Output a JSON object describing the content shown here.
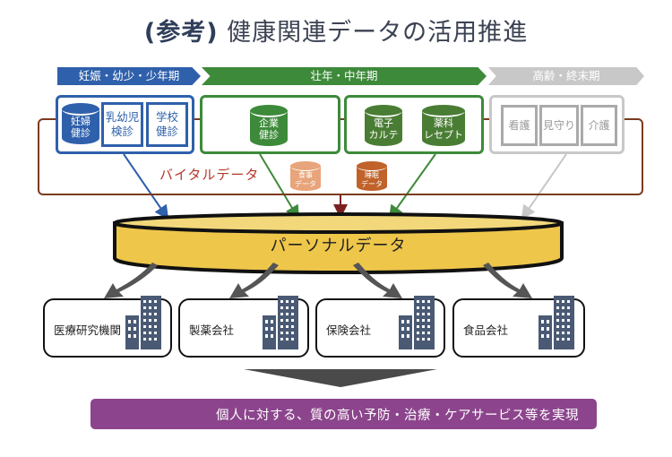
{
  "title": {
    "paren": "(参考)",
    "main": "健康関連データの活用推進"
  },
  "phases": [
    {
      "label": "妊娠・幼少・少年期",
      "color": "#2f60ab"
    },
    {
      "label": "壮年・中年期",
      "color": "#3d8a3a"
    },
    {
      "label": "高齢・終末期",
      "color": "#c8c8c8"
    }
  ],
  "sources": {
    "blue": {
      "cylinder": {
        "line1": "妊婦",
        "line2": "健診"
      },
      "boxes": [
        {
          "line1": "乳幼児",
          "line2": "検診"
        },
        {
          "line1": "学校",
          "line2": "健診"
        }
      ]
    },
    "green1": {
      "cylinder": {
        "line1": "企業",
        "line2": "健診"
      }
    },
    "green2": {
      "cylinders": [
        {
          "line1": "電子",
          "line2": "カルテ"
        },
        {
          "line1": "薬科",
          "line2": "レセプト"
        }
      ]
    },
    "gray": {
      "boxes": [
        {
          "label": "看護"
        },
        {
          "label": "見守り"
        },
        {
          "label": "介護"
        }
      ]
    }
  },
  "vital": {
    "label": "バイタルデータ",
    "meal": {
      "line1": "食事",
      "line2": "データ",
      "color": "#e8a47a"
    },
    "sleep": {
      "line1": "睡眠",
      "line2": "データ",
      "color": "#c0622a"
    }
  },
  "hub": {
    "label": "パーソナルデータ",
    "color": "#eec64a"
  },
  "organizations": [
    {
      "label": "医療研究機関"
    },
    {
      "label": "製薬会社"
    },
    {
      "label": "保険会社"
    },
    {
      "label": "食品会社"
    }
  ],
  "result": {
    "label": "個人に対する、質の高い予防・治療・ケアサービス等を実現",
    "color": "#8c458d"
  }
}
